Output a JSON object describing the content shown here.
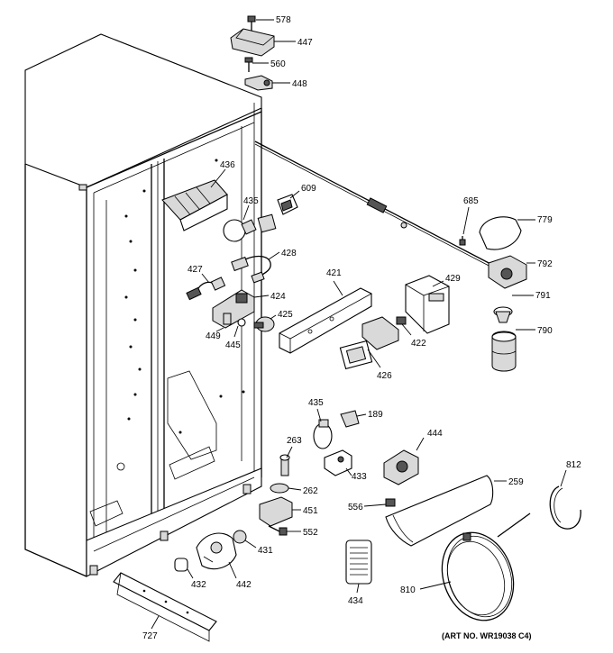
{
  "diagram": {
    "art_number": "(ART NO. WR19038 C4)",
    "callouts": {
      "p578": "578",
      "p447": "447",
      "p560": "560",
      "p448": "448",
      "p436": "436",
      "p435a": "435",
      "p609": "609",
      "p685": "685",
      "p779": "779",
      "p428": "428",
      "p427": "427",
      "p421": "421",
      "p429": "429",
      "p792": "792",
      "p424": "424",
      "p425": "425",
      "p791": "791",
      "p449": "449",
      "p445": "445",
      "p422": "422",
      "p790": "790",
      "p426": "426",
      "p435b": "435",
      "p189": "189",
      "p444": "444",
      "p263": "263",
      "p433": "433",
      "p259": "259",
      "p812": "812",
      "p262": "262",
      "p556": "556",
      "p451": "451",
      "p552": "552",
      "p431": "431",
      "p432": "432",
      "p442": "442",
      "p434": "434",
      "p810": "810",
      "p727": "727"
    }
  }
}
